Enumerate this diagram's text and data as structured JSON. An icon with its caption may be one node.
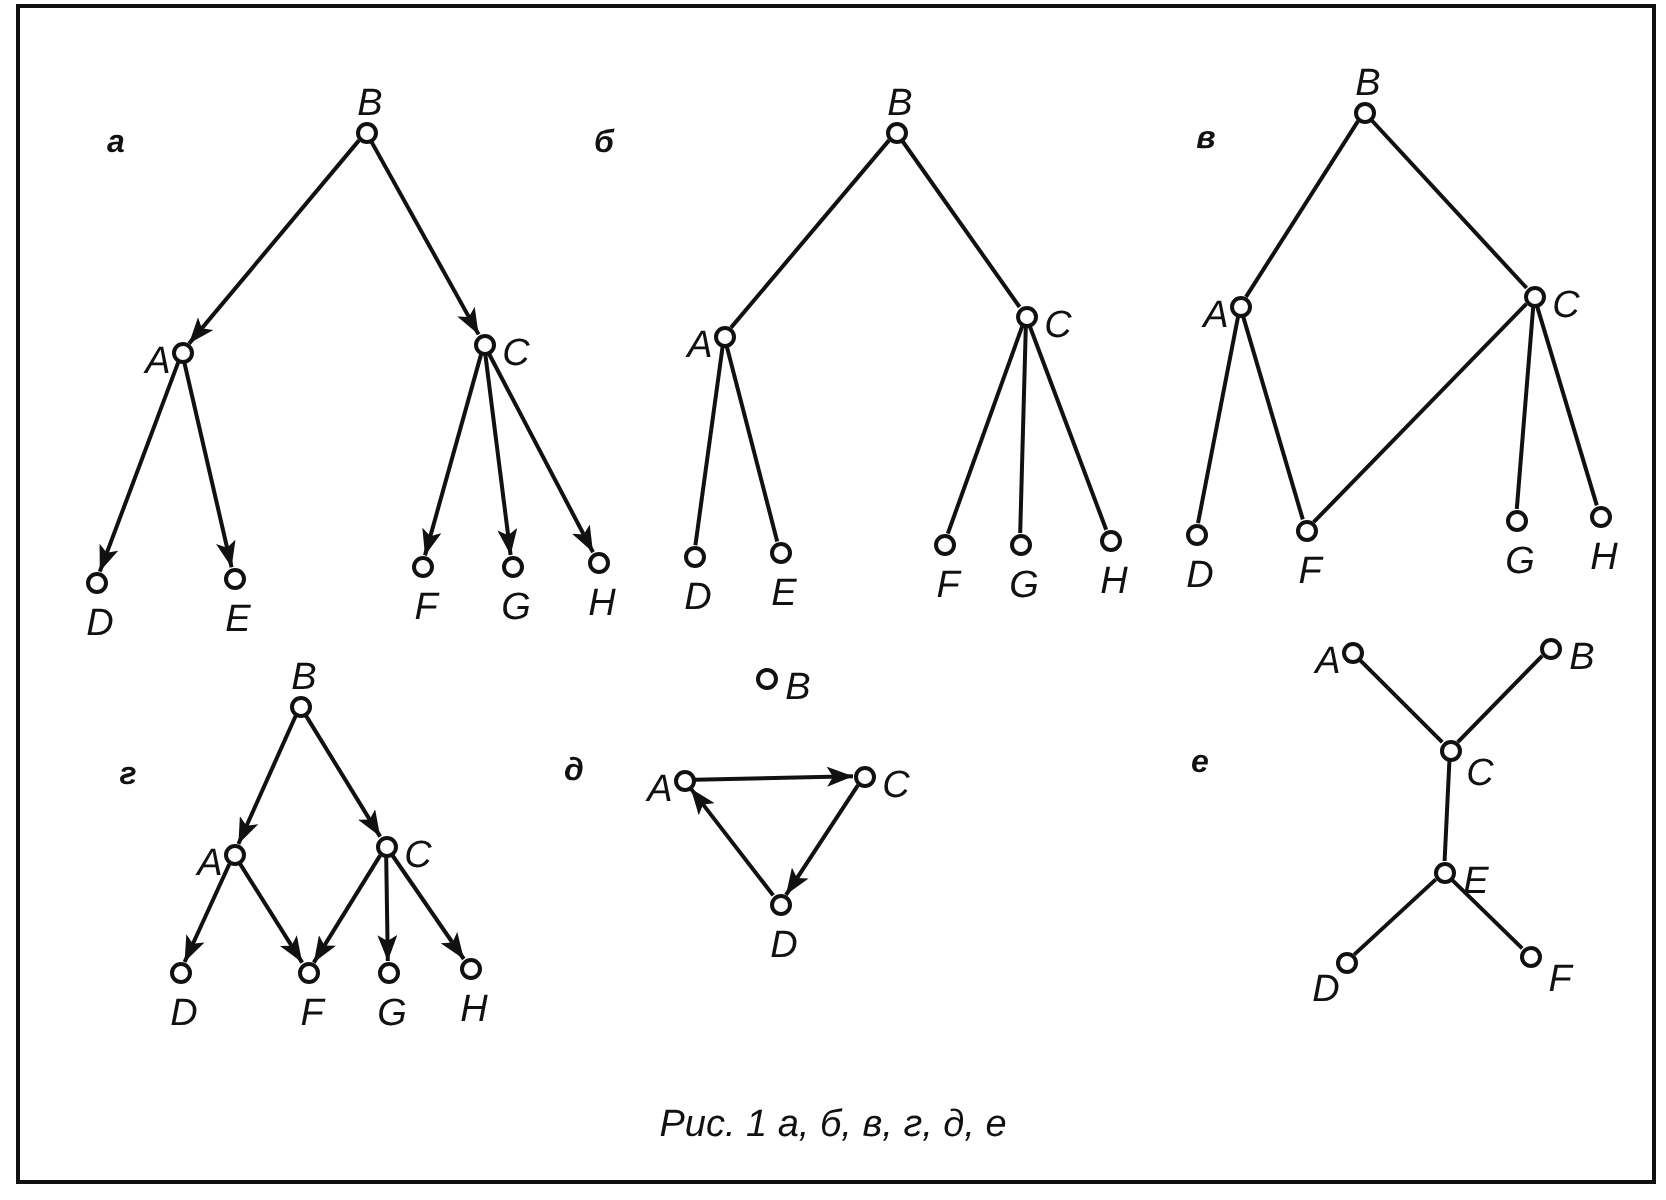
{
  "diagram": {
    "caption": "Рис. 1 а, б, в, г, д, е",
    "nodes": [
      {
        "text": [
          "B"
        ]
      },
      {
        "text": [
          "A"
        ]
      },
      {
        "text": [
          "C"
        ]
      },
      {
        "text": [
          "D"
        ]
      },
      {
        "text": [
          "E"
        ]
      },
      {
        "text": [
          "F"
        ]
      },
      {
        "text": [
          "G"
        ]
      },
      {
        "text": [
          "H"
        ]
      },
      {
        "text": [
          "B"
        ]
      },
      {
        "text": [
          "A"
        ]
      },
      {
        "text": [
          "C"
        ]
      },
      {
        "text": [
          "D"
        ]
      },
      {
        "text": [
          "E"
        ]
      },
      {
        "text": [
          "F"
        ]
      },
      {
        "text": [
          "G"
        ]
      },
      {
        "text": [
          "H"
        ]
      },
      {
        "text": [
          "B"
        ]
      },
      {
        "text": [
          "A"
        ]
      },
      {
        "text": [
          "C"
        ]
      },
      {
        "text": [
          "D"
        ]
      },
      {
        "text": [
          "F"
        ]
      },
      {
        "text": [
          "G"
        ]
      },
      {
        "text": [
          "H"
        ]
      },
      {
        "text": [
          "B"
        ]
      },
      {
        "text": [
          "A"
        ]
      },
      {
        "text": [
          "C"
        ]
      },
      {
        "text": [
          "D"
        ]
      },
      {
        "text": [
          "F"
        ]
      },
      {
        "text": [
          "G"
        ]
      },
      {
        "text": [
          "H"
        ]
      },
      {
        "text": [
          "B"
        ]
      },
      {
        "text": [
          "A"
        ]
      },
      {
        "text": [
          "C"
        ]
      },
      {
        "text": [
          "D"
        ]
      },
      {
        "text": [
          "A"
        ]
      },
      {
        "text": [
          "B"
        ]
      },
      {
        "text": [
          "C"
        ]
      },
      {
        "text": [
          "E"
        ]
      },
      {
        "text": [
          "D"
        ]
      },
      {
        "text": [
          "F"
        ]
      }
    ],
    "edges": [
      {
        "from": 0,
        "to": 1,
        "arrow": "to"
      },
      {
        "from": 0,
        "to": 2,
        "arrow": "to"
      },
      {
        "from": 1,
        "to": 3,
        "arrow": "to"
      },
      {
        "from": 1,
        "to": 4,
        "arrow": "to"
      },
      {
        "from": 2,
        "to": 5,
        "arrow": "to"
      },
      {
        "from": 2,
        "to": 6,
        "arrow": "to"
      },
      {
        "from": 2,
        "to": 7,
        "arrow": "to"
      },
      {
        "from": 8,
        "to": 9,
        "arrow": "none"
      },
      {
        "from": 8,
        "to": 10,
        "arrow": "none"
      },
      {
        "from": 9,
        "to": 11,
        "arrow": "none"
      },
      {
        "from": 9,
        "to": 12,
        "arrow": "none"
      },
      {
        "from": 10,
        "to": 13,
        "arrow": "none"
      },
      {
        "from": 10,
        "to": 14,
        "arrow": "none"
      },
      {
        "from": 10,
        "to": 15,
        "arrow": "none"
      },
      {
        "from": 16,
        "to": 17,
        "arrow": "none"
      },
      {
        "from": 16,
        "to": 18,
        "arrow": "none"
      },
      {
        "from": 17,
        "to": 19,
        "arrow": "none"
      },
      {
        "from": 17,
        "to": 20,
        "arrow": "none"
      },
      {
        "from": 18,
        "to": 20,
        "arrow": "none"
      },
      {
        "from": 18,
        "to": 21,
        "arrow": "none"
      },
      {
        "from": 18,
        "to": 22,
        "arrow": "none"
      },
      {
        "from": 23,
        "to": 24,
        "arrow": "to"
      },
      {
        "from": 23,
        "to": 25,
        "arrow": "to"
      },
      {
        "from": 24,
        "to": 26,
        "arrow": "to"
      },
      {
        "from": 24,
        "to": 27,
        "arrow": "to"
      },
      {
        "from": 25,
        "to": 27,
        "arrow": "to"
      },
      {
        "from": 25,
        "to": 28,
        "arrow": "to"
      },
      {
        "from": 25,
        "to": 29,
        "arrow": "to"
      },
      {
        "from": 31,
        "to": 32,
        "arrow": "to"
      },
      {
        "from": 32,
        "to": 33,
        "arrow": "to"
      },
      {
        "from": 33,
        "to": 31,
        "arrow": "to"
      },
      {
        "from": 34,
        "to": 36,
        "arrow": "none"
      },
      {
        "from": 35,
        "to": 36,
        "arrow": "none"
      },
      {
        "from": 36,
        "to": 37,
        "arrow": "none"
      },
      {
        "from": 37,
        "to": 38,
        "arrow": "none"
      },
      {
        "from": 37,
        "to": 39,
        "arrow": "none"
      }
    ],
    "labels": [
      "а",
      "б",
      "в",
      "г",
      "д",
      "е"
    ]
  }
}
